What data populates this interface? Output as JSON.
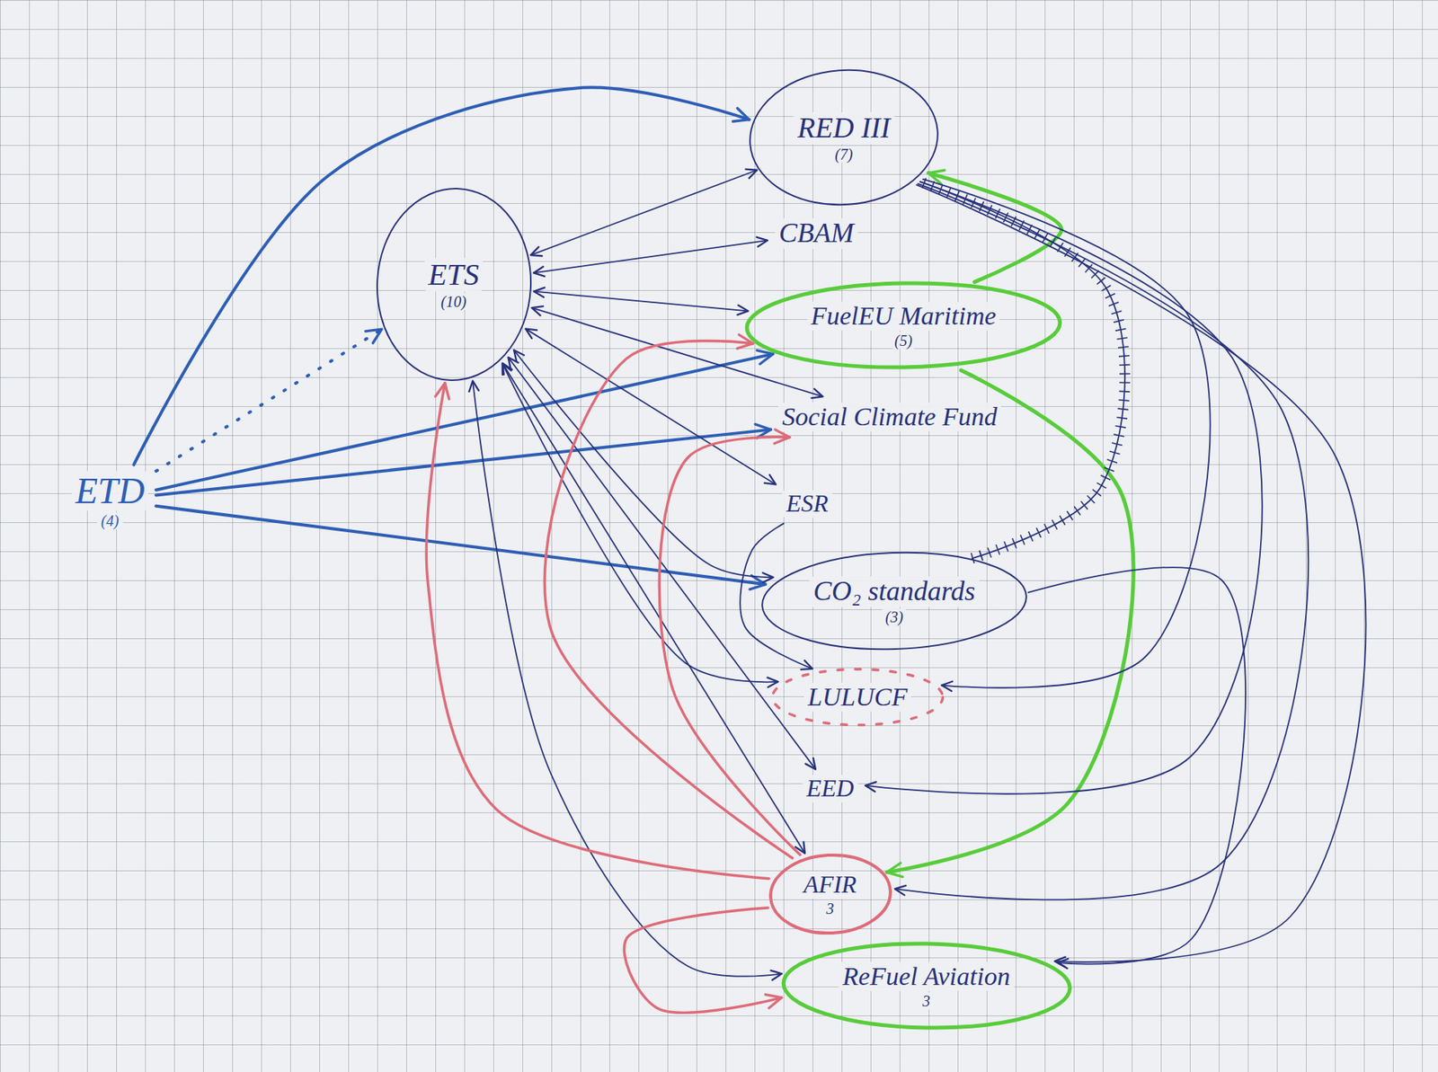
{
  "diagram": {
    "nodes": [
      {
        "text": [
          "RED III",
          "(7)"
        ]
      },
      {
        "text": [
          "ETS",
          "(10)"
        ]
      },
      {
        "text": [
          "CBAM"
        ]
      },
      {
        "text": [
          "FuelEU Maritime",
          "(5)"
        ]
      },
      {
        "text": [
          "Social Climate Fund"
        ]
      },
      {
        "text": [
          "ETD",
          "(4)"
        ]
      },
      {
        "text": [
          "ESR"
        ]
      },
      {
        "text": [
          "CO₂ standards",
          "(3)"
        ]
      },
      {
        "text": [
          "LULUCF"
        ]
      },
      {
        "text": [
          "EED"
        ]
      },
      {
        "text": [
          "AFIR",
          "3"
        ]
      },
      {
        "text": [
          "ReFuel Aviation",
          "3"
        ]
      }
    ],
    "edges": [
      {
        "from": 5,
        "to": 0,
        "arrow": "to"
      },
      {
        "from": 5,
        "to": 1,
        "arrow": "to"
      },
      {
        "from": 5,
        "to": 3,
        "arrow": "to"
      },
      {
        "from": 5,
        "to": 4,
        "arrow": "to"
      },
      {
        "from": 5,
        "to": 7,
        "arrow": "to"
      },
      {
        "from": 1,
        "to": 0,
        "arrow": "both"
      },
      {
        "from": 1,
        "to": 2,
        "arrow": "both"
      },
      {
        "from": 1,
        "to": 3,
        "arrow": "both"
      },
      {
        "from": 1,
        "to": 4,
        "arrow": "both"
      },
      {
        "from": 1,
        "to": 6,
        "arrow": "both"
      },
      {
        "from": 1,
        "to": 7,
        "arrow": "both"
      },
      {
        "from": 1,
        "to": 8,
        "arrow": "both"
      },
      {
        "from": 1,
        "to": 9,
        "arrow": "both"
      },
      {
        "from": 1,
        "to": 10,
        "arrow": "both"
      },
      {
        "from": 1,
        "to": 11,
        "arrow": "both"
      },
      {
        "from": 10,
        "to": 1,
        "arrow": "to"
      },
      {
        "from": 10,
        "to": 3,
        "arrow": "to"
      },
      {
        "from": 10,
        "to": 4,
        "arrow": "to"
      },
      {
        "from": 10,
        "to": 11,
        "arrow": "to"
      },
      {
        "from": 3,
        "to": 0,
        "arrow": "to"
      },
      {
        "from": 3,
        "to": 10,
        "arrow": "to"
      },
      {
        "from": 7,
        "to": 0,
        "arrow": "none"
      },
      {
        "from": 6,
        "to": 8,
        "arrow": "to"
      },
      {
        "from": 0,
        "to": 8,
        "arrow": "to"
      },
      {
        "from": 0,
        "to": 9,
        "arrow": "to"
      },
      {
        "from": 0,
        "to": 10,
        "arrow": "to"
      },
      {
        "from": 0,
        "to": 11,
        "arrow": "to"
      },
      {
        "from": 7,
        "to": 11,
        "arrow": "to"
      }
    ]
  }
}
